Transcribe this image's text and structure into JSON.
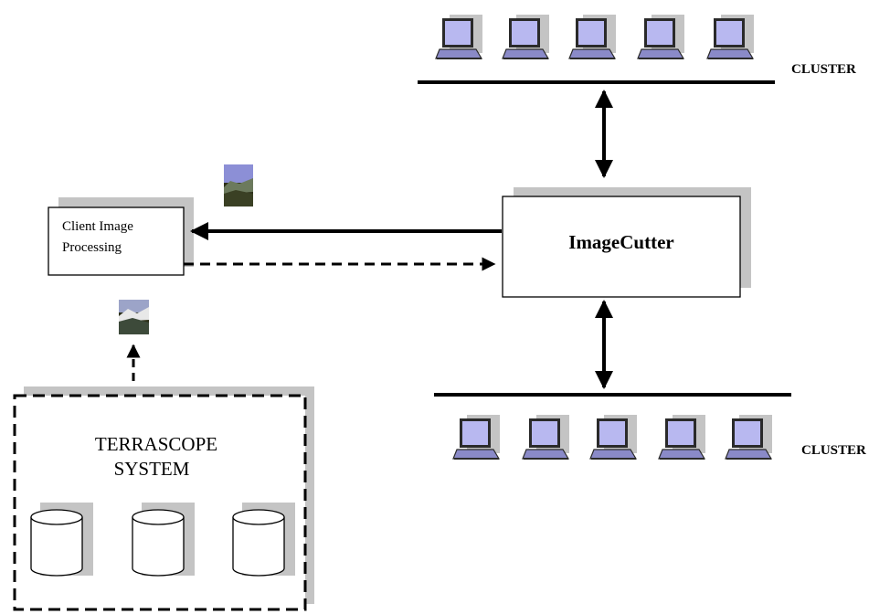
{
  "labels": {
    "cluster_top": "CLUSTER",
    "cluster_bottom": "CLUSTER",
    "image_cutter": "ImageCutter",
    "client_line1": "Client Image",
    "client_line2": "Processing",
    "terrascope_line1": "TERRASCOPE",
    "terrascope_line2": "SYSTEM"
  },
  "clusters": {
    "top": {
      "computer_count": 5
    },
    "bottom": {
      "computer_count": 5
    }
  },
  "terrascope": {
    "disk_count": 3
  },
  "icons": {
    "computer": "laptop-icon",
    "disk": "database-cylinder-icon",
    "image": "terrain-thumbnail-icon"
  },
  "colors": {
    "screen": "#b8b8f0",
    "screen_frame": "#2a2a2a",
    "shadow": "#bdbdbd",
    "line": "#000000",
    "sky": "#8c8fd6",
    "mountain": "#4c5a3d",
    "ground": "#2c2f18"
  }
}
